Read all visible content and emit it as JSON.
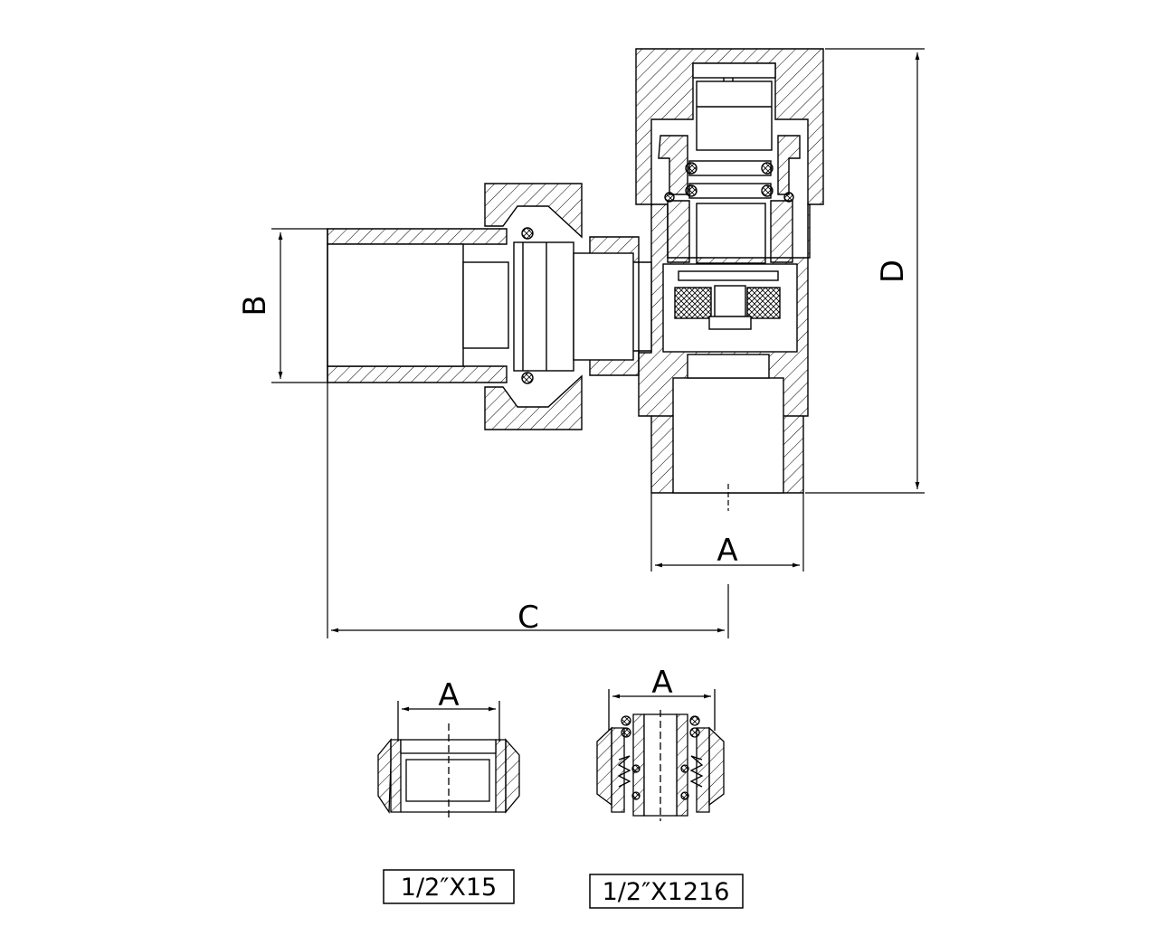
{
  "dimensions": {
    "a": "A",
    "b": "B",
    "c": "C",
    "d": "D"
  },
  "details": [
    {
      "dimension": "A",
      "spec": "1/2″X15"
    },
    {
      "dimension": "A",
      "spec": "1/2″X1216"
    }
  ],
  "colors": {
    "line": "#000000",
    "background": "#ffffff"
  }
}
